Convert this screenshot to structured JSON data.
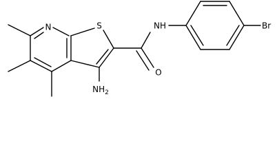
{
  "molecule": {
    "atom_labels": {
      "nitrogen": "N",
      "sulfur": "S",
      "amide_nh": "NH",
      "oxygen": "O",
      "amino": "NH",
      "amino_sub": "2",
      "bromine": "Br"
    }
  },
  "colors": {
    "background": "#ffffff",
    "bond": "#000000",
    "text": "#000000"
  }
}
